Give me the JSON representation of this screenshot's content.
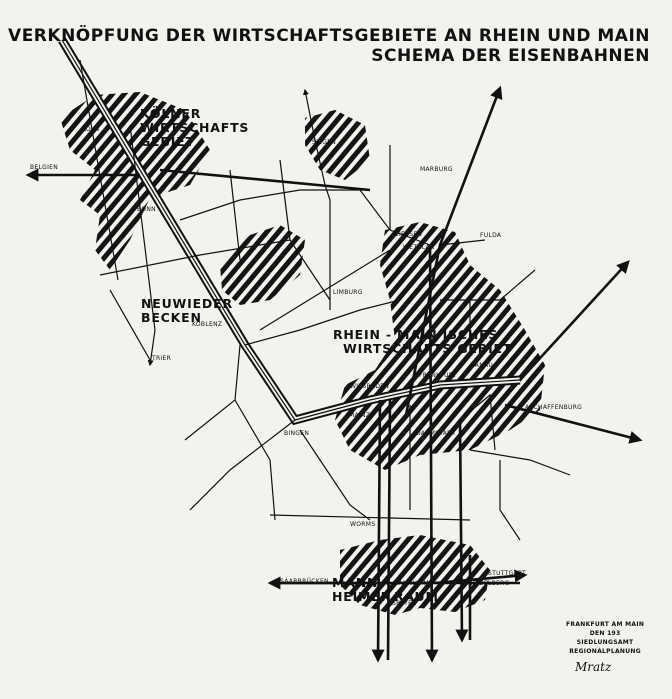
{
  "title": {
    "line1": "VERKNÖPFUNG DER WIRTSCHAFTSGEBIETE AN RHEIN UND MAIN",
    "line2": "SCHEMA DER EISENBAHNEN"
  },
  "regions": {
    "koeln": [
      "KÖLNER",
      "WIRTSCHAFTS",
      "GEBIET"
    ],
    "neuwied": [
      "NEUWIEDER",
      "BECKEN"
    ],
    "rhein_main": [
      "RHEIN - MAIN ISCHES",
      "WIRTSCHAFTS GEBIET"
    ],
    "mannheim_left": [
      "MANN -",
      "HEIMER"
    ],
    "mannheim_right": [
      "RAUM"
    ]
  },
  "cities": {
    "koeln": "KÖLN",
    "bonn": "BONN",
    "siegen": "SIEGEN",
    "giessen": "GIESSEN",
    "wetzlar": "WETZLAR",
    "limburg": "LIMBURG",
    "koblenz": "KOBLENZ",
    "wiesbaden": "WIESBADEN",
    "mainz": "MAINZ",
    "frankfurt": "FRANKFURT",
    "hanau": "HANAU",
    "aschaffenburg": "ASCHAFFENBURG",
    "darmstadt": "DARMSTADT",
    "bingen": "BINGEN",
    "worms": "WORMS",
    "mannheim": "MANNHEIM",
    "heidelberg": "HEIDELBERG",
    "stuttgart": "STUTTGART",
    "saarbruecken": "SAARBRÜCKEN",
    "belgien": "BELGIEN",
    "speyer": "SPEYER",
    "fulda": "FULDA",
    "marburg": "MARBURG",
    "trier": "TRIER"
  },
  "footer": {
    "line1": "FRANKFURT AM MAIN",
    "line2": "DEN 193",
    "line3": "SIEDLUNGSAMT",
    "line4": "REGIONALPLANUNG"
  },
  "signature": "Mratz"
}
